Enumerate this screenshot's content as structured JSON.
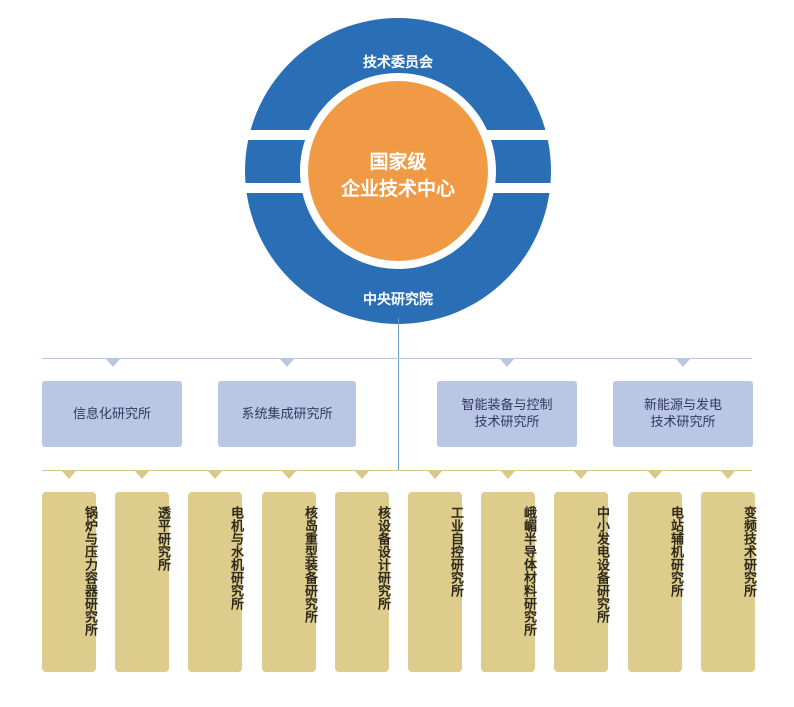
{
  "colors": {
    "ring": "#2a6fb5",
    "center": "#f09a45",
    "mid_box": "#b9c6e4",
    "bottom_box": "#ddcc8c",
    "line_blue": "#b9c6e4",
    "line_gold": "#d8c88a",
    "connector": "#6a9fc8"
  },
  "ring": {
    "top_label": "技术委员会",
    "bottom_label": "中央研究院",
    "center_line1": "国家级",
    "center_line2": "企业技术中心"
  },
  "middle": [
    {
      "line1": "信息化研究所",
      "line2": ""
    },
    {
      "line1": "系统集成研究所",
      "line2": ""
    },
    {
      "line1": "智能装备与控制",
      "line2": "技术研究所"
    },
    {
      "line1": "新能源与发电",
      "line2": "技术研究所"
    }
  ],
  "bottom": [
    "锅炉与压力容器研究所",
    "透平研究所",
    "电机与水机研究所",
    "核岛重型装备研究所",
    "核设备设计研究所",
    "工业自控研究所",
    "峨嵋半导体材料研究所",
    "中小发电设备研究所",
    "电站辅机研究所",
    "变频技术研究所"
  ]
}
